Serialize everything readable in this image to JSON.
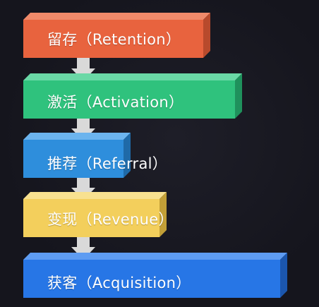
{
  "stages": [
    {
      "label": "留存（Retention）",
      "color": "#e8633e",
      "top": "#f08a6a",
      "side": "#b84a2c"
    },
    {
      "label": "激活（Activation）",
      "color": "#2fc27d",
      "top": "#6ad8a6",
      "side": "#1f915c"
    },
    {
      "label": "推荐（Referral）",
      "color": "#2e8edc",
      "top": "#6cb4ee",
      "side": "#1f6aa8"
    },
    {
      "label": "变现（Revenue）",
      "color": "#f3cf5c",
      "top": "#f8e190",
      "side": "#c29f37"
    },
    {
      "label": "获客（Acquisition）",
      "color": "#2776e6",
      "top": "#5e9cf2",
      "side": "#1b56ad"
    }
  ],
  "arrow_color": "#d9d9d9"
}
